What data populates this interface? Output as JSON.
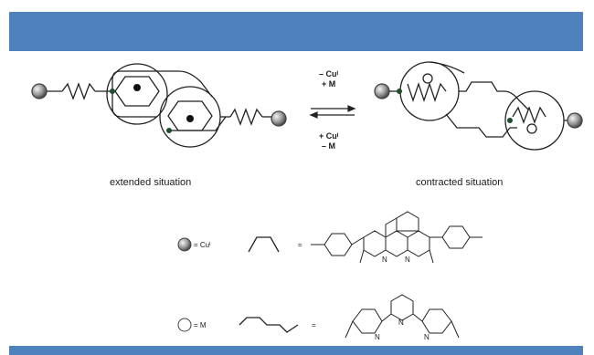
{
  "header": {
    "title": ""
  },
  "conditions": {
    "forward_line1": "– Cuᴵ",
    "forward_line2": "+ M",
    "reverse_line1": "+ Cuᴵ",
    "reverse_line2": "– M"
  },
  "captions": {
    "left": "extended situation",
    "right": "contracted situation"
  },
  "legend": {
    "cu_label": "= Cuᴵ",
    "m_label": "= M",
    "equals": "=",
    "nitrogen": "N"
  },
  "colors": {
    "band": "#4f81bd",
    "stroke": "#222222",
    "node": "#1e4d2b"
  }
}
